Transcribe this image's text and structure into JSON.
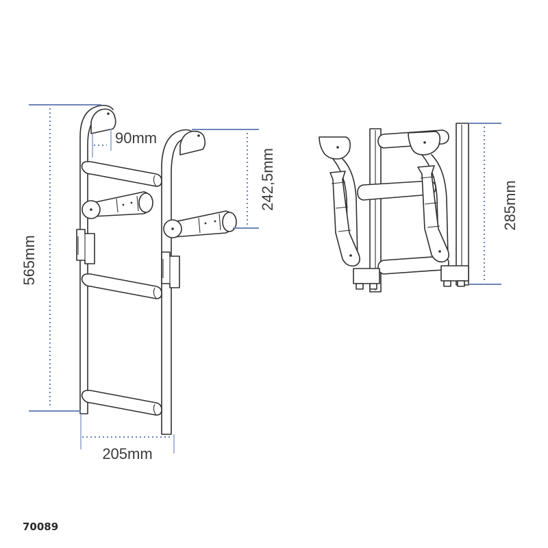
{
  "product": {
    "code": "70089"
  },
  "dimensions": {
    "overall_height": "565mm",
    "overall_width": "205mm",
    "handle_offset": "90mm",
    "handle_height": "242,5mm",
    "folded_height": "285mm"
  },
  "colors": {
    "dimension_line": "#6c86b8",
    "outline": "#2f2f2f",
    "text": "#3a3a3a",
    "background": "#ffffff"
  },
  "views": [
    {
      "name": "unfolded-ladder-front-view"
    },
    {
      "name": "folded-ladder-view"
    }
  ]
}
